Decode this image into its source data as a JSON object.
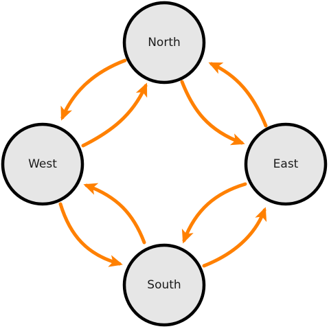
{
  "colors": {
    "node_fill": "#e6e6e6",
    "node_stroke": "#000000",
    "edge": "#ff8000",
    "text": "#1a1a1a"
  },
  "nodes": {
    "north": {
      "label": "North"
    },
    "east": {
      "label": "East"
    },
    "south": {
      "label": "South"
    },
    "west": {
      "label": "West"
    }
  },
  "edges": [
    {
      "from": "North",
      "to": "West"
    },
    {
      "from": "West",
      "to": "North"
    },
    {
      "from": "North",
      "to": "East"
    },
    {
      "from": "East",
      "to": "North"
    },
    {
      "from": "West",
      "to": "South"
    },
    {
      "from": "South",
      "to": "West"
    },
    {
      "from": "East",
      "to": "South"
    },
    {
      "from": "South",
      "to": "East"
    }
  ]
}
